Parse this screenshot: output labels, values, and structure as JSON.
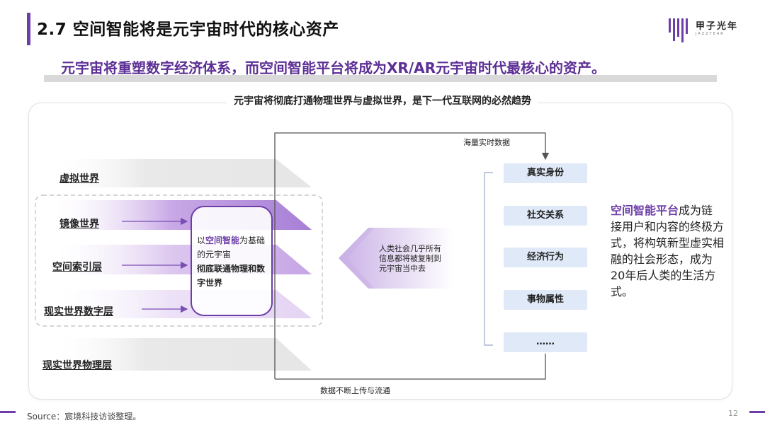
{
  "header": {
    "title": "2.7 空间智能将是元宇宙时代的核心资产",
    "logo_text": "甲子光年",
    "logo_sub": "JAZZYEAR"
  },
  "subtitle": "元宇宙将重塑数字经济体系，而空间智能平台将成为XR/AR元宇宙时代最核心的资产。",
  "panel_title": "元宇宙将彻底打通物理世界与虚拟世界，是下一代互联网的必然趋势",
  "layers": [
    {
      "label": "虚拟世界"
    },
    {
      "label": "镜像世界"
    },
    {
      "label": "空间索引层"
    },
    {
      "label": "现实世界数字层"
    },
    {
      "label": "现实世界物理层"
    }
  ],
  "center": {
    "prefix": "以",
    "highlight": "空间智能",
    "suffix": "为基础的元宇宙",
    "bold_line": "彻底联通物理和数字世界"
  },
  "arrow_text": "人类社会几乎所有信息都将被复制到元宇宙当中去",
  "flow": {
    "top_label": "海量实时数据",
    "bottom_label": "数据不断上传与流通"
  },
  "data_boxes": [
    "真实身份",
    "社交关系",
    "经济行为",
    "事物属性",
    "……"
  ],
  "right_text": {
    "highlight": "空间智能平台",
    "body": "成为链接用户和内容的终极方式，将构筑新型虚实相融的社会形态，成为20年后人类的生活方式。"
  },
  "footer": {
    "source": "Source：宸境科技访谈整理。",
    "page": "12"
  },
  "colors": {
    "accent": "#6e3ea8",
    "box_blue": "#dfe9f7",
    "layer_gray": "#e6e6e6",
    "layer_purple_dark": "#a77fd6",
    "layer_purple_light": "#e4d4f3"
  }
}
